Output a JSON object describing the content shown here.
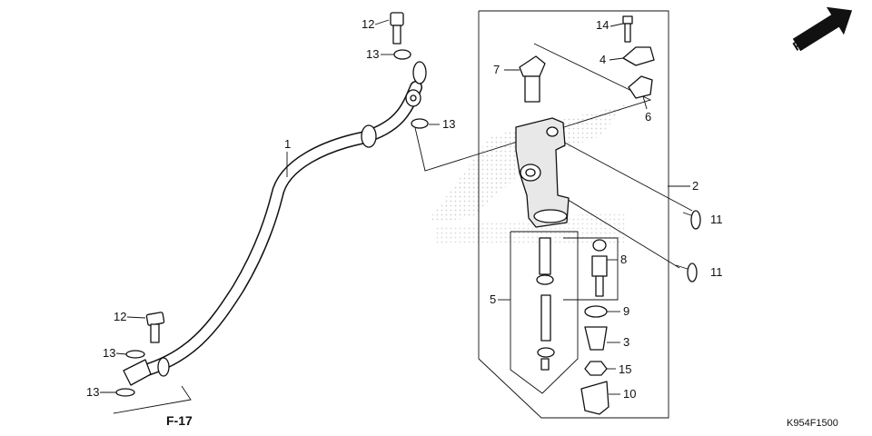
{
  "diagram": {
    "code": "K954F1500",
    "ref_label": "F-17",
    "direction_label": "FR.",
    "callouts": [
      "1",
      "2",
      "3",
      "4",
      "5",
      "6",
      "7",
      "8",
      "9",
      "10",
      "11",
      "11",
      "12",
      "12",
      "13",
      "13",
      "13",
      "13",
      "14",
      "15"
    ],
    "colors": {
      "ink": "#111111",
      "watermark": "#d9d9d9"
    }
  }
}
